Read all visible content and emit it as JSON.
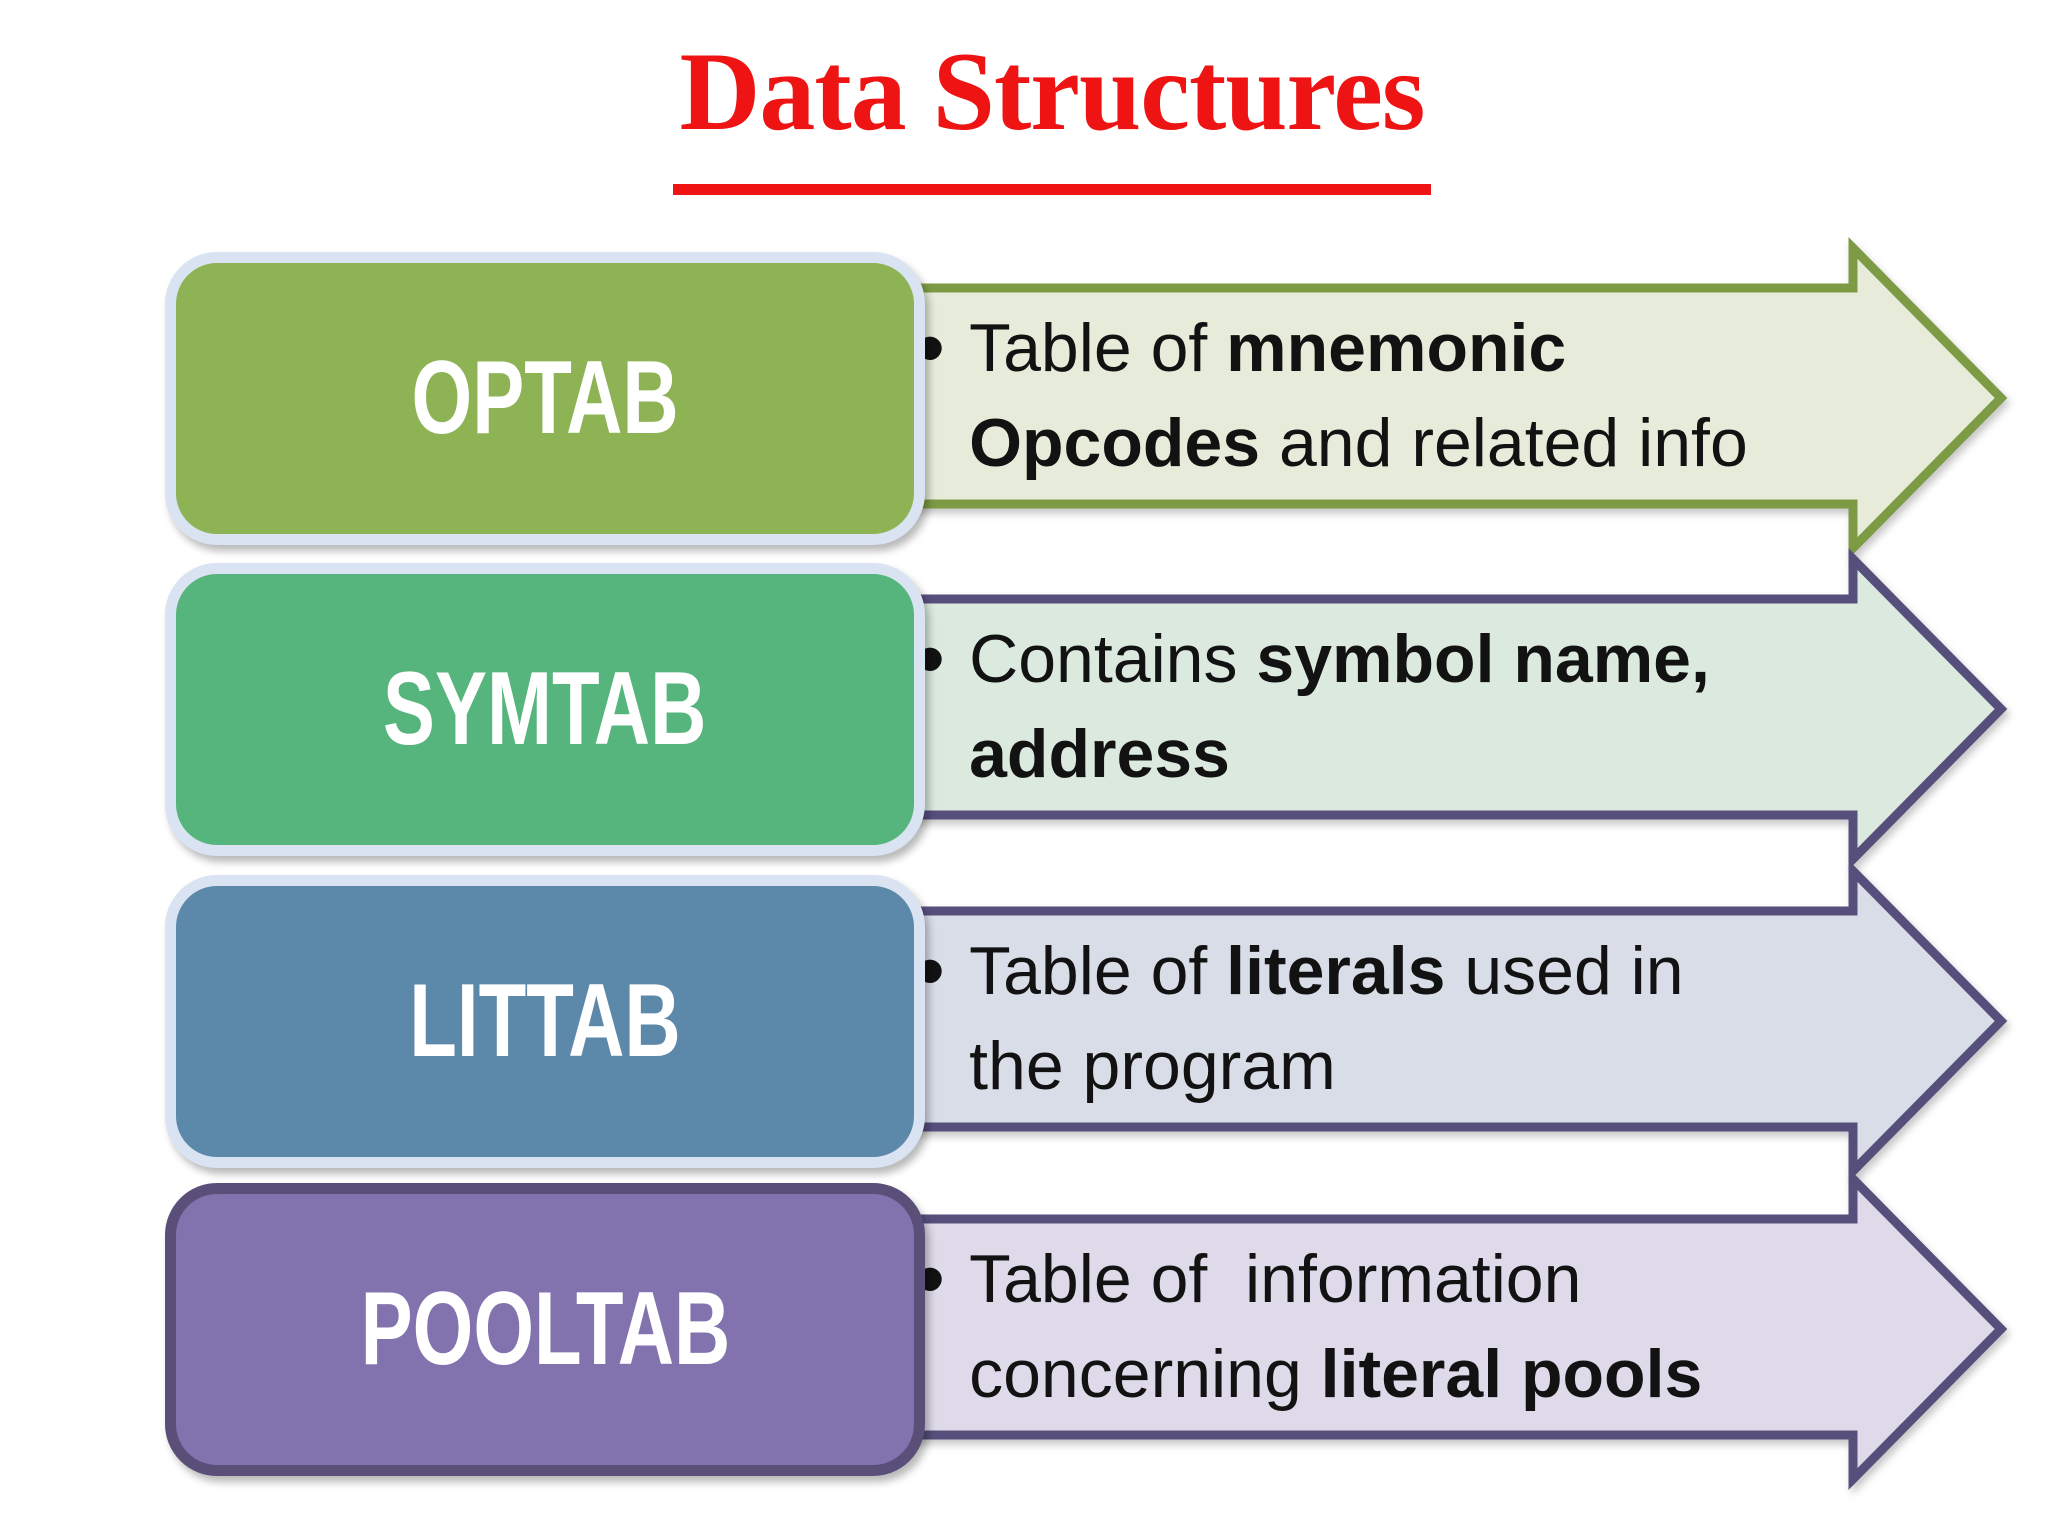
{
  "title": {
    "text": "Data Structures"
  },
  "colors": {
    "title": "#ee1414",
    "text": "#121212",
    "background": "#ffffff",
    "label_text": "#ffffff"
  },
  "rows": [
    {
      "label": "OPTAB",
      "bullet": "•",
      "segments": [
        {
          "text": "Table of "
        },
        {
          "text": "mnemonic\nOpcodes",
          "bold": true
        },
        {
          "text": " and related info"
        }
      ],
      "colors": {
        "box": "#8eb355",
        "box_border": "#dae3f1",
        "arrow_fill": "#e6ecd9",
        "arrow_stroke": "#7d9b45"
      }
    },
    {
      "label": "SYMTAB",
      "bullet": "•",
      "segments": [
        {
          "text": "Contains "
        },
        {
          "text": "symbol name,\naddress",
          "bold": true
        }
      ],
      "colors": {
        "box": "#56b57c",
        "box_border": "#dae3f1",
        "arrow_fill": "#dbe9df",
        "arrow_stroke": "#564f7c"
      }
    },
    {
      "label": "LITTAB",
      "bullet": "•",
      "segments": [
        {
          "text": "Table of "
        },
        {
          "text": "literals",
          "bold": true
        },
        {
          "text": " used in\nthe program"
        }
      ],
      "colors": {
        "box": "#5c88a9",
        "box_border": "#dae3f1",
        "arrow_fill": "#d9dde8",
        "arrow_stroke": "#564f7c"
      }
    },
    {
      "label": "POOLTAB",
      "bullet": "•",
      "segments": [
        {
          "text": "Table of  information\nconcerning "
        },
        {
          "text": "literal pools",
          "bold": true
        }
      ],
      "colors": {
        "box": "#8272ad",
        "box_border": "#5a4f79",
        "arrow_fill": "#dedae9",
        "arrow_stroke": "#564f7c"
      }
    }
  ]
}
